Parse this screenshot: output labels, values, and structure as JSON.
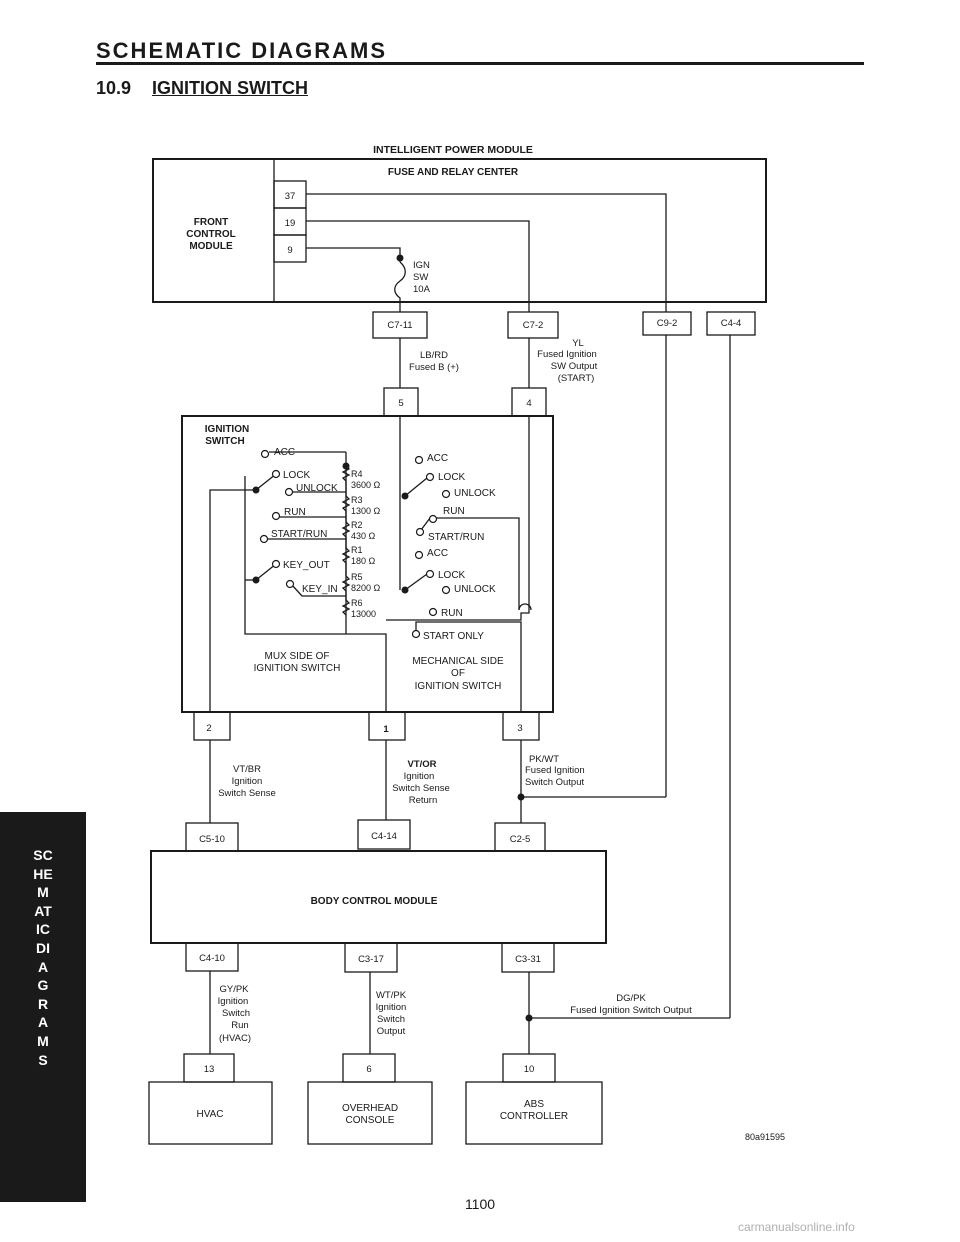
{
  "header": {
    "title": "SCHEMATIC DIAGRAMS",
    "section_number": "10.9",
    "section_title": "IGNITION SWITCH"
  },
  "side_tab": {
    "text": "SCHEMATIC DIAGRAMS"
  },
  "footer": {
    "page_number": "1100",
    "watermark": "carmanualsonline.info"
  },
  "diagram": {
    "drawing_id": "80a91595",
    "ipm": {
      "title": "INTELLIGENT POWER MODULE",
      "frc": "FUSE AND RELAY CENTER",
      "fcm": [
        "FRONT",
        "CONTROL",
        "MODULE"
      ],
      "pins": [
        "37",
        "19",
        "9"
      ],
      "fuse": [
        "IGN",
        "SW",
        "10A"
      ]
    },
    "ipm_connectors": [
      "C7-11",
      "C7-2",
      "C9-2",
      "C4-4"
    ],
    "upper_wires": {
      "lbrd": [
        "LB/RD",
        "Fused B (+)"
      ],
      "yl": [
        "YL",
        "Fused Ignition",
        "SW Output",
        "(START)"
      ]
    },
    "ignition_switch": {
      "title": [
        "IGNITION",
        "SWITCH"
      ],
      "top_pins": [
        "5",
        "4"
      ],
      "mux_positions": [
        "ACC",
        "LOCK",
        "UNLOCK",
        "RUN",
        "START/RUN",
        "KEY_OUT",
        "KEY_IN"
      ],
      "resistors": [
        {
          "name": "R4",
          "value": "3600 Ω"
        },
        {
          "name": "R3",
          "value": "1300 Ω"
        },
        {
          "name": "R2",
          "value": "430 Ω"
        },
        {
          "name": "R1",
          "value": "180 Ω"
        },
        {
          "name": "R5",
          "value": "8200 Ω"
        },
        {
          "name": "R6",
          "value": "13000"
        }
      ],
      "mech_positions_a": [
        "ACC",
        "LOCK",
        "UNLOCK",
        "RUN",
        "START/RUN"
      ],
      "mech_positions_b": [
        "ACC",
        "LOCK",
        "UNLOCK",
        "RUN",
        "START ONLY"
      ],
      "mux_caption": [
        "MUX SIDE OF",
        "IGNITION SWITCH"
      ],
      "mech_caption": [
        "MECHANICAL SIDE",
        "OF",
        "IGNITION SWITCH"
      ],
      "bottom_pins": [
        "2",
        "1",
        "3"
      ]
    },
    "mid_wires": {
      "vtbr": [
        "VT/BR",
        "Ignition",
        "Switch Sense"
      ],
      "vtor": [
        "VT/OR",
        "Ignition",
        "Switch Sense",
        "Return"
      ],
      "pkwt": [
        "PK/WT",
        "Fused Ignition",
        "Switch Output"
      ]
    },
    "bcm": {
      "title": "BODY CONTROL MODULE",
      "top_connectors": [
        "C5-10",
        "C4-14",
        "C2-5"
      ],
      "bottom_connectors": [
        "C4-10",
        "C3-17",
        "C3-31"
      ]
    },
    "lower_wires": {
      "gypk": [
        "GY/PK",
        "Ignition",
        "Switch",
        "Run",
        "(HVAC)"
      ],
      "wtpk": [
        "WT/PK",
        "Ignition",
        "Switch",
        "Output"
      ],
      "dgpk": [
        "DG/PK",
        "Fused Ignition Switch Output"
      ]
    },
    "modules": [
      {
        "pin": "13",
        "name": [
          "HVAC"
        ]
      },
      {
        "pin": "6",
        "name": [
          "OVERHEAD",
          "CONSOLE"
        ]
      },
      {
        "pin": "10",
        "name": [
          "ABS",
          "CONTROLLER"
        ]
      }
    ]
  }
}
